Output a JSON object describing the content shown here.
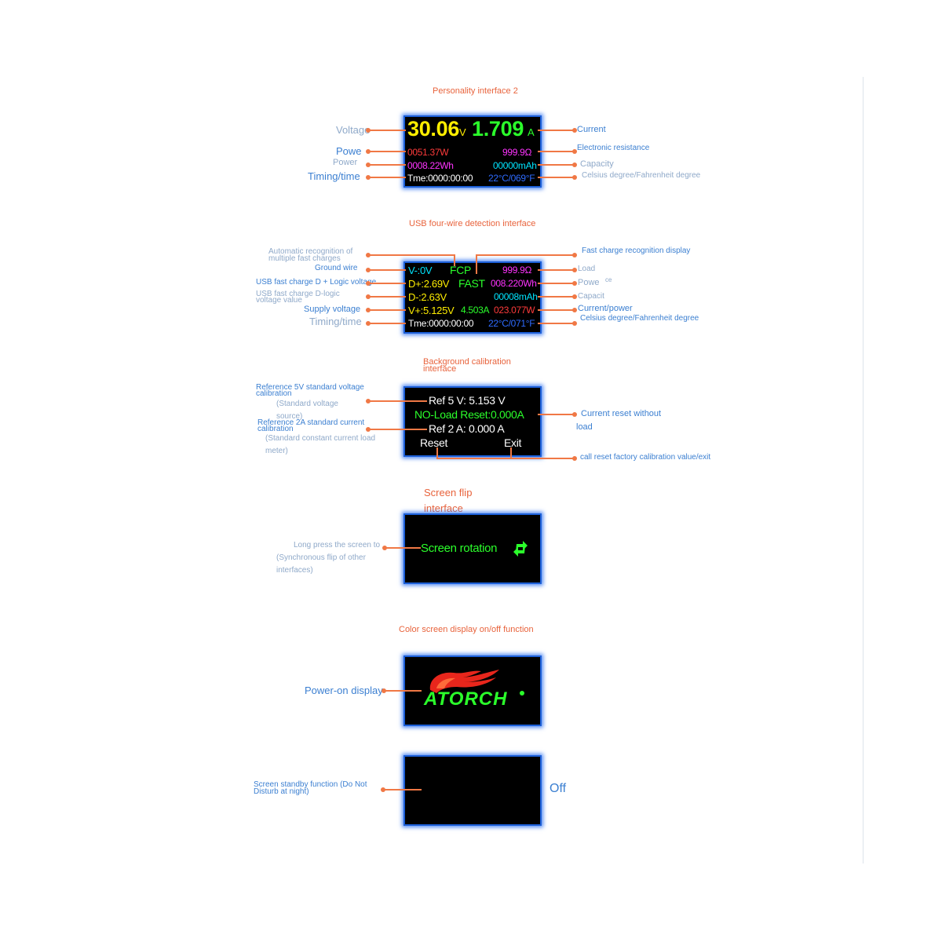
{
  "section1": {
    "title": "Personality interface 2",
    "voltage": "30.06",
    "voltage_unit": "V",
    "current": "1.709",
    "current_unit": "A",
    "power": "0051.37W",
    "resistance": "999.9Ω",
    "energy": "0008.22Wh",
    "capacity": "00000mAh",
    "time": "Tme:0000:00:00",
    "temp": "22°C/069°F",
    "labels_left": [
      "Voltage",
      "Powe",
      "Power",
      "Timing/time"
    ],
    "labels_right": [
      "Current",
      "Electronic resistance",
      "Capacity",
      "Celsius degree/Fahrenheit degree"
    ]
  },
  "section2": {
    "title": "USB four-wire detection interface",
    "vneg": "V-:0V",
    "fcp": "FCP",
    "load": "999.9Ω",
    "dplus": "D+:2.69V",
    "fast": "FAST",
    "energy": "008.220Wh",
    "dminus": "D-:2.63V",
    "capacity": "00008mAh",
    "vplus": "V+:5.125V",
    "current": "4.503A",
    "power": "023.077W",
    "time": "Tme:0000:00:00",
    "temp": "22°C/071°F",
    "labels_left": [
      "Automatic recognition of",
      "multiple fast charges",
      "Ground wire",
      "USB fast charge D + Logic voltage",
      "USB fast charge D-logic",
      "voltage value",
      "Supply voltage",
      "Timing/time"
    ],
    "labels_right": [
      "Fast charge recognition display",
      "Load",
      "Powe",
      "ce",
      "Capacit",
      "Current/power",
      "Celsius degree/Fahrenheit degree"
    ]
  },
  "section3": {
    "title_line1": "Background calibration",
    "title_line2": "interface",
    "ref5": "Ref  5 V:  5.153 V",
    "noload": "NO-Load Reset:0.000A",
    "ref2": "Ref  2 A:  0.000 A",
    "reset": "Reset",
    "exit": "Exit",
    "labels_left": [
      "Reference 5V standard voltage",
      "calibration",
      "(Standard voltage",
      "source)",
      "Reference 2A standard current",
      "calibration",
      "(Standard constant current load",
      "meter)"
    ],
    "labels_right": [
      "Current reset without",
      "load",
      "call reset factory calibration value/exit"
    ]
  },
  "section4": {
    "title_line1": "Screen flip",
    "title_line2": "interface",
    "screen_text": "Screen rotation",
    "labels_left": [
      "Long press the screen to",
      "(Synchronous flip of other",
      "interfaces)"
    ]
  },
  "section5": {
    "title": "Color screen display on/off function",
    "logo": "ATORCH",
    "label_left": "Power-on display"
  },
  "section6": {
    "labels_left": [
      "Screen standby function (Do Not",
      "Disturb at night)"
    ],
    "label_right": "Off"
  },
  "colors": {
    "accent": "#e8633c",
    "label_blue": "#3b7fd1",
    "screen_border": "#1c5fd8",
    "yellow": "#ffee00",
    "green": "#2bff2b",
    "red": "#ff3b3b",
    "magenta": "#ff33ff",
    "cyan": "#00e5ff",
    "blue": "#2e6bff"
  }
}
